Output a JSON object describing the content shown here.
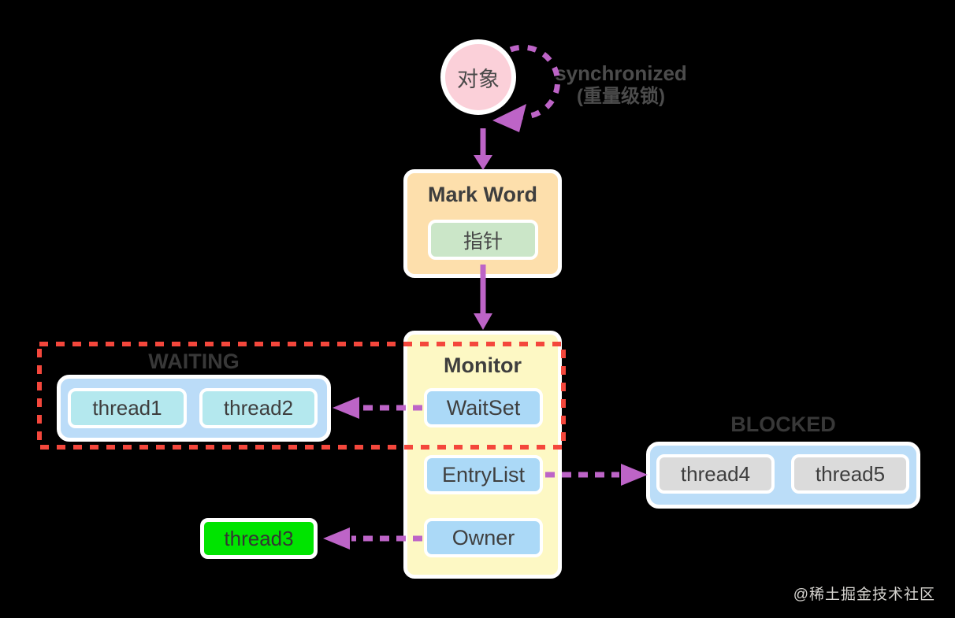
{
  "object_node": {
    "label": "对象"
  },
  "sync_note": {
    "line1": "synchronized",
    "line2": "(重量级锁)"
  },
  "mark_word": {
    "title": "Mark Word",
    "pointer": "指针"
  },
  "monitor": {
    "title": "Monitor",
    "slots": [
      "WaitSet",
      "EntryList",
      "Owner"
    ]
  },
  "waiting": {
    "title": "WAITING",
    "threads": [
      "thread1",
      "thread2"
    ]
  },
  "blocked": {
    "title": "BLOCKED",
    "threads": [
      "thread4",
      "thread5"
    ]
  },
  "owner_thread": {
    "label": "thread3"
  },
  "watermark": {
    "text": "@稀土掘金技术社区"
  },
  "colors": {
    "background": "#000000",
    "arrow_purple": "#BD64C7",
    "region_red": "#F4473C",
    "object_pink": "#FBD0D9",
    "mark_word_orange": "#FDDFAC",
    "pointer_green": "#CBE6C8",
    "monitor_yellow": "#FDF8C4",
    "slot_blue": "#ABD9F7",
    "waiting_container_blue": "#BBDCF8",
    "waiting_thread_cyan": "#B4E8EE",
    "blocked_container_blue": "#BBDDF8",
    "blocked_thread_gray": "#DBDBDB",
    "owner_thread_green": "#00E400"
  }
}
